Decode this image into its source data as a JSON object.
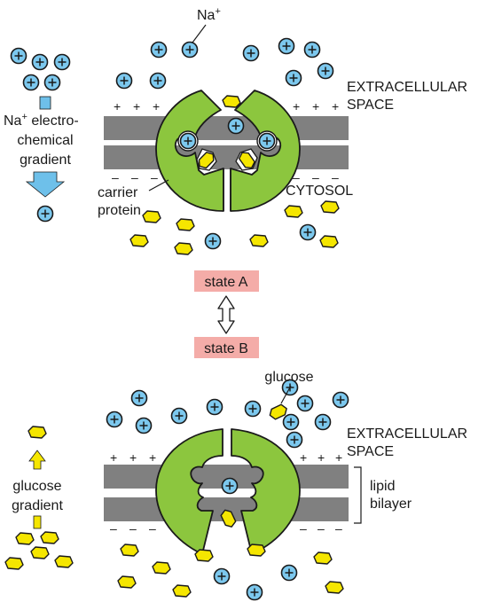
{
  "labels": {
    "na_ion": "Na",
    "na_sup": "+",
    "na_gradient_line1_main": "Na",
    "na_gradient_line1_sup": "+",
    "na_gradient_line1_rest": " electro-",
    "na_gradient_line2": "chemical",
    "na_gradient_line3": "gradient",
    "extracellular_1_line1": "EXTRACELLULAR",
    "extracellular_1_line2": "SPACE",
    "cytosol": "CYTOSOL",
    "carrier_line1": "carrier",
    "carrier_line2": "protein",
    "state_a": "state A",
    "state_b": "state B",
    "glucose": "glucose",
    "extracellular_2_line1": "EXTRACELLULAR",
    "extracellular_2_line2": "SPACE",
    "lipid_line1": "lipid",
    "lipid_line2": "bilayer",
    "glucose_gradient_line1": "glucose",
    "glucose_gradient_line2": "gradient",
    "plus": "+",
    "minus": "–"
  },
  "colors": {
    "membrane": "#808080",
    "protein": "#8cc63e",
    "sodium": "#7cc8ee",
    "glucose": "#f5e600",
    "state_box": "#f4aca8",
    "charge": "#d0105a",
    "na_arrow": "#6ec0ea",
    "glucose_arrow": "#f5e600"
  }
}
